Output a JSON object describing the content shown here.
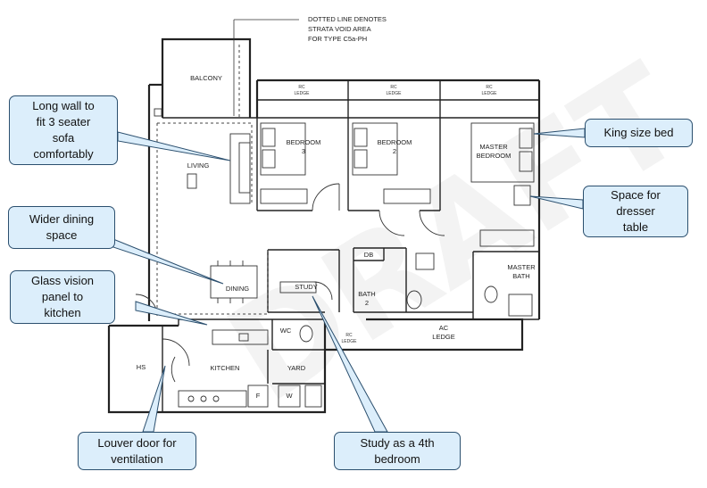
{
  "note": {
    "line1": "DOTTED LINE DENOTES",
    "line2": "STRATA VOID AREA",
    "line3": "FOR TYPE C5a-PH"
  },
  "rooms": {
    "balcony": "BALCONY",
    "living": "LIVING",
    "dining": "DINING",
    "bedroom3_a": "BEDROOM",
    "bedroom3_b": "3",
    "bedroom2_a": "BEDROOM",
    "bedroom2_b": "2",
    "master_a": "MASTER",
    "master_b": "BEDROOM",
    "study": "STUDY",
    "db": "DB",
    "bath2_a": "BATH",
    "bath2_b": "2",
    "master_bath_a": "MASTER",
    "master_bath_b": "BATH",
    "wc": "WC",
    "hs": "HS",
    "kitchen": "KITCHEN",
    "yard": "YARD",
    "f": "F",
    "w": "W",
    "ac_ledge_a": "AC",
    "ac_ledge_b": "LEDGE",
    "rc": "RC",
    "ledge": "LEDGE"
  },
  "watermark": "DRAFT",
  "callouts": {
    "sofa": "Long wall to\nfit 3 seater\nsofa\ncomfortably",
    "dining": "Wider dining\nspace",
    "glass": "Glass vision\npanel to\nkitchen",
    "louver": "Louver door for\nventilation",
    "study": "Study as a 4th\nbedroom",
    "king": "King size bed",
    "dresser": "Space for\ndresser\ntable"
  },
  "colors": {
    "callout_fill": "#dceefb",
    "callout_border": "#2b4f6e",
    "wall": "#222222"
  }
}
